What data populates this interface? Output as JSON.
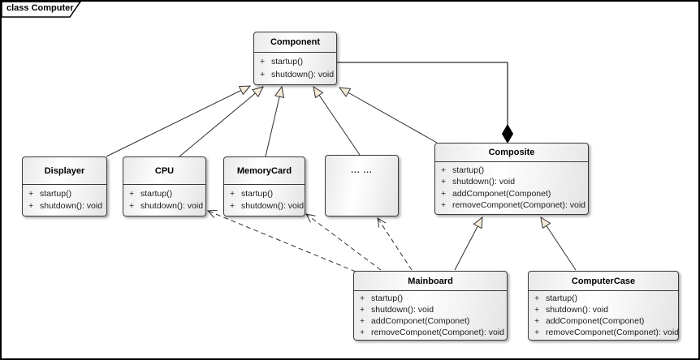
{
  "frame": {
    "label": "class Computer"
  },
  "colors": {
    "line": "#2f2f2f",
    "arrowhead_fill": "#f5ead8",
    "composition_diamond": "#000000",
    "box_border": "#3a3a3a"
  },
  "classes": {
    "component": {
      "name": "Component",
      "methods": [
        {
          "vis": "+",
          "sig": "startup()"
        },
        {
          "vis": "+",
          "sig": "shutdown(): void"
        }
      ]
    },
    "displayer": {
      "name": "Displayer",
      "methods": [
        {
          "vis": "+",
          "sig": "startup()"
        },
        {
          "vis": "+",
          "sig": "shutdown(): void"
        }
      ]
    },
    "cpu": {
      "name": "CPU",
      "methods": [
        {
          "vis": "+",
          "sig": "startup()"
        },
        {
          "vis": "+",
          "sig": "shutdown(): void"
        }
      ]
    },
    "memorycard": {
      "name": "MemoryCard",
      "methods": [
        {
          "vis": "+",
          "sig": "startup()"
        },
        {
          "vis": "+",
          "sig": "shutdown(): void"
        }
      ]
    },
    "others": {
      "label": "... ..."
    },
    "composite": {
      "name": "Composite",
      "methods": [
        {
          "vis": "+",
          "sig": "startup()"
        },
        {
          "vis": "+",
          "sig": "shutdown(): void"
        },
        {
          "vis": "+",
          "sig": "addComponet(Componet)"
        },
        {
          "vis": "+",
          "sig": "removeComponet(Componet): void"
        }
      ]
    },
    "mainboard": {
      "name": "Mainboard",
      "methods": [
        {
          "vis": "+",
          "sig": "startup()"
        },
        {
          "vis": "+",
          "sig": "shutdown(): void"
        },
        {
          "vis": "+",
          "sig": "addComponet(Componet)"
        },
        {
          "vis": "+",
          "sig": "removeComponet(Componet): void"
        }
      ]
    },
    "computercase": {
      "name": "ComputerCase",
      "methods": [
        {
          "vis": "+",
          "sig": "startup()"
        },
        {
          "vis": "+",
          "sig": "shutdown(): void"
        },
        {
          "vis": "+",
          "sig": "addComponet(Componet)"
        },
        {
          "vis": "+",
          "sig": "removeComponet(Componet): void"
        }
      ]
    }
  },
  "relationships": [
    {
      "type": "generalization",
      "from": "Displayer",
      "to": "Component"
    },
    {
      "type": "generalization",
      "from": "CPU",
      "to": "Component"
    },
    {
      "type": "generalization",
      "from": "MemoryCard",
      "to": "Component"
    },
    {
      "type": "generalization",
      "from": "... ...",
      "to": "Component"
    },
    {
      "type": "generalization",
      "from": "Composite",
      "to": "Component"
    },
    {
      "type": "composition",
      "owner": "Composite",
      "part": "Component"
    },
    {
      "type": "generalization",
      "from": "Mainboard",
      "to": "Composite"
    },
    {
      "type": "generalization",
      "from": "ComputerCase",
      "to": "Composite"
    },
    {
      "type": "dependency",
      "from": "Mainboard",
      "to": "CPU"
    },
    {
      "type": "dependency",
      "from": "Mainboard",
      "to": "MemoryCard"
    },
    {
      "type": "dependency",
      "from": "Mainboard",
      "to": "... ..."
    }
  ]
}
